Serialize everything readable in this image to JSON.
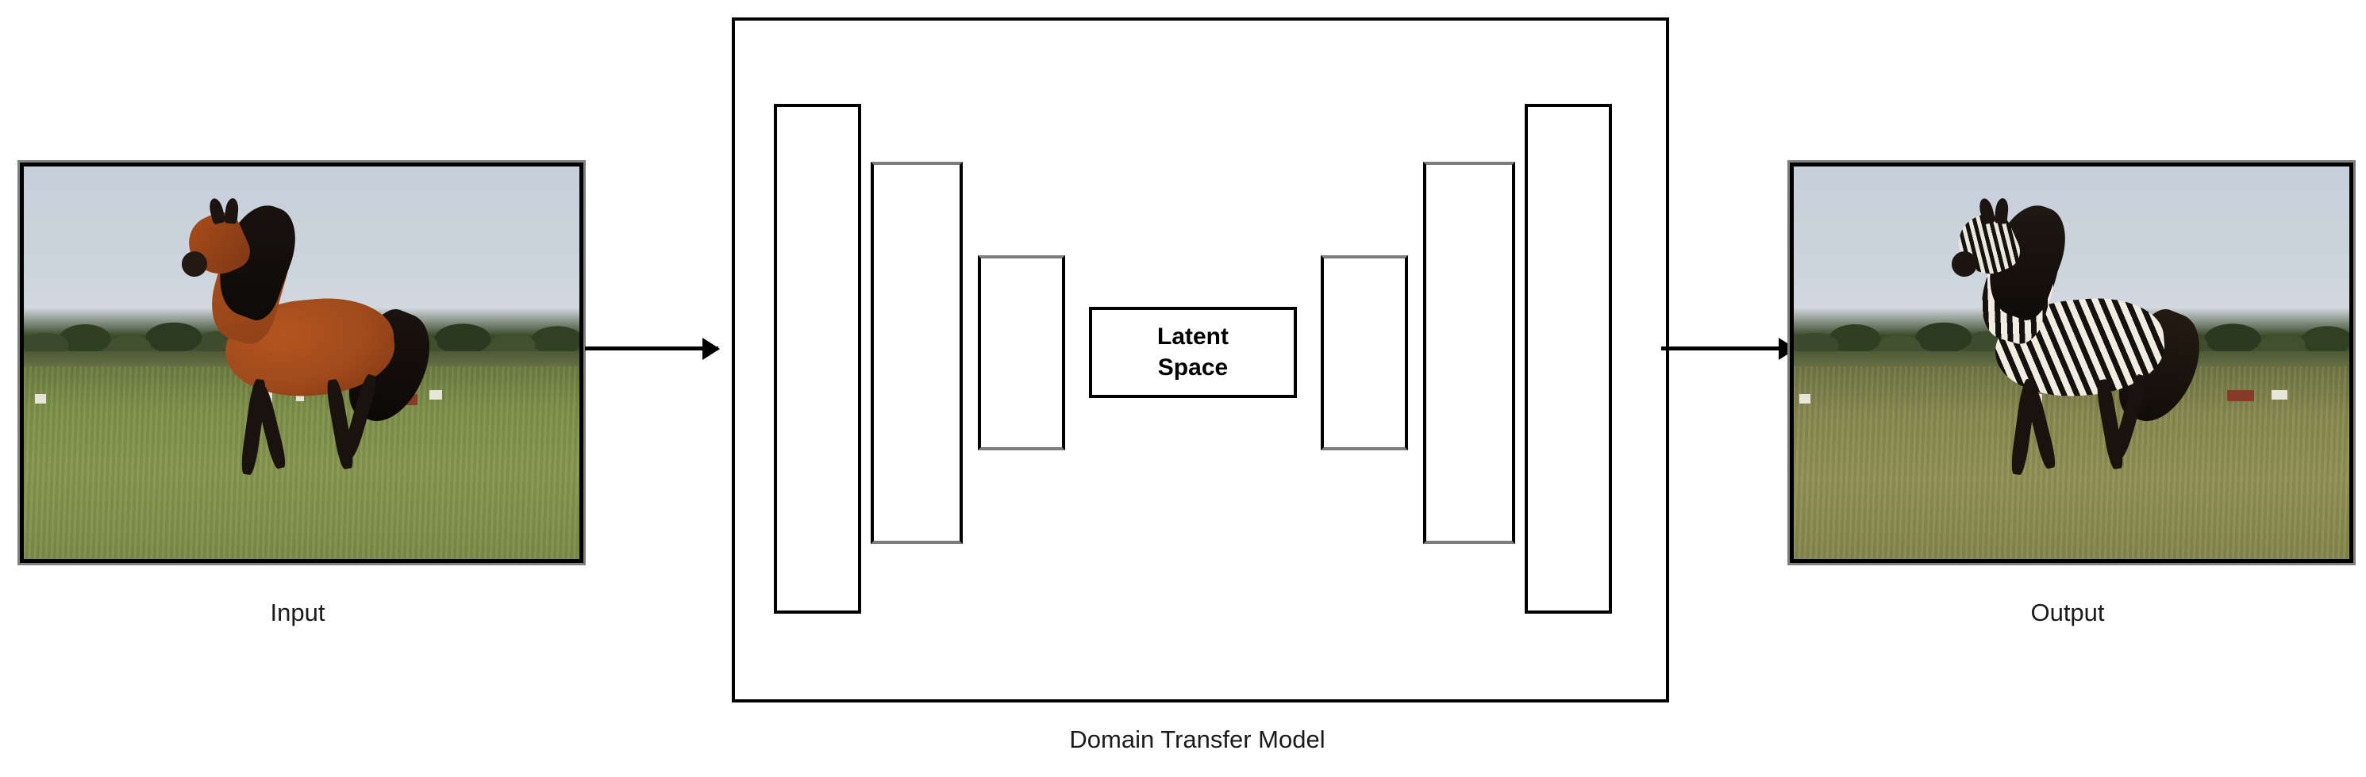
{
  "diagram": {
    "title": "Domain Transfer Model",
    "input_panel": {
      "caption": "Input",
      "image_description": "brown horse galloping in a green grass field with tree line and blue-gray sky"
    },
    "output_panel": {
      "caption": "Output",
      "image_description": "zebra-striped horse galloping in a green grass field with tree line and blue-gray sky"
    },
    "model": {
      "label": "Domain Transfer Model",
      "latent": {
        "line1": "Latent",
        "line2": "Space"
      },
      "encoder_layers": [
        {
          "name": "encoder-layer-1"
        },
        {
          "name": "encoder-layer-2"
        },
        {
          "name": "encoder-layer-3"
        }
      ],
      "decoder_layers": [
        {
          "name": "decoder-layer-1"
        },
        {
          "name": "decoder-layer-2"
        },
        {
          "name": "decoder-layer-3"
        }
      ]
    },
    "arrows": [
      {
        "name": "input-to-model-arrow"
      },
      {
        "name": "model-to-output-arrow"
      }
    ],
    "colors": {
      "stroke": "#000000",
      "gray_edge": "#7d7d7d",
      "background": "#ffffff",
      "image_border": "#808080"
    }
  }
}
